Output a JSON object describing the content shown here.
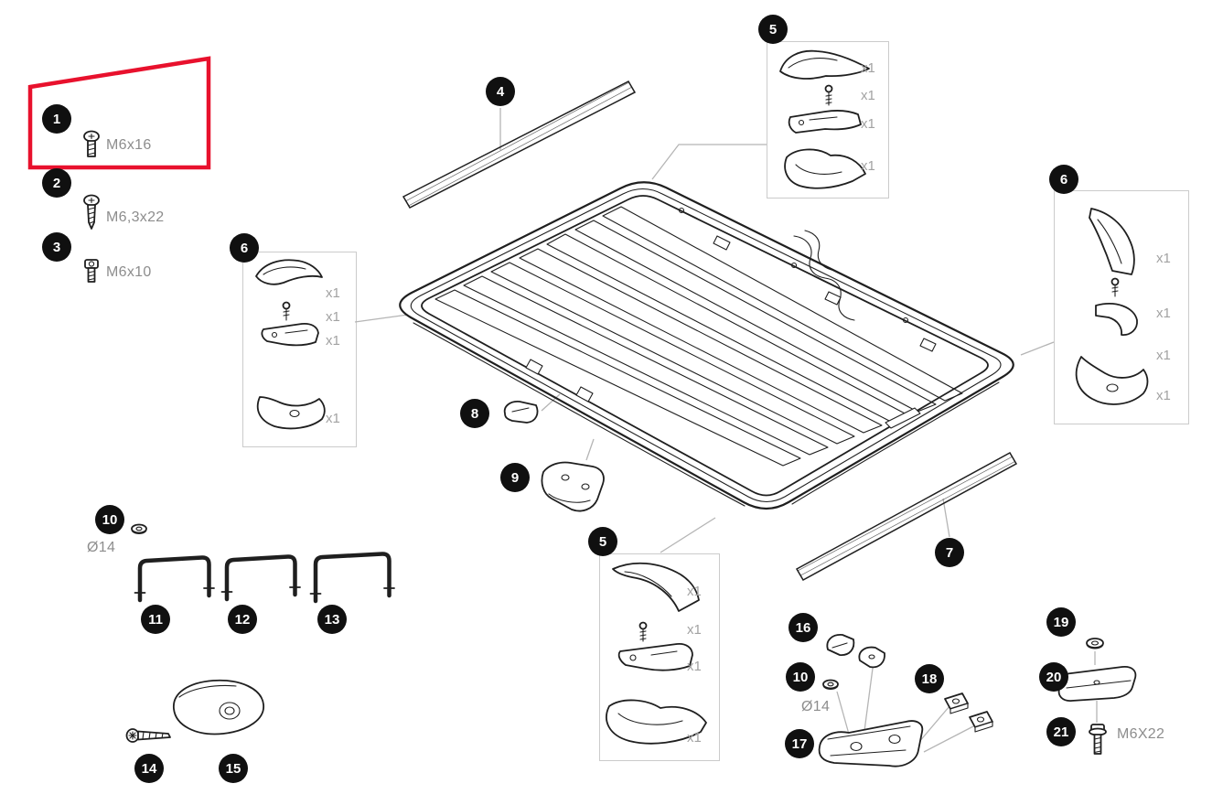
{
  "qty": "x1",
  "badges": {
    "n1": "1",
    "n2": "2",
    "n3": "3",
    "n4": "4",
    "n5": "5",
    "n6": "6",
    "n7": "7",
    "n8": "8",
    "n9": "9",
    "n10": "10",
    "n11": "11",
    "n12": "12",
    "n13": "13",
    "n14": "14",
    "n15": "15",
    "n16": "16",
    "n17": "17",
    "n18": "18",
    "n19": "19",
    "n20": "20",
    "n21": "21"
  },
  "labels": {
    "part1": "M6x16",
    "part2": "M6,3x22",
    "part3": "M6x10",
    "part10": "Ø14",
    "part21": "M6X22"
  },
  "colors": {
    "highlight_red": "#e8112d",
    "line": "#1f1f1f",
    "muted_text": "#9b9b9b",
    "callout_border": "#cbcbcb"
  }
}
